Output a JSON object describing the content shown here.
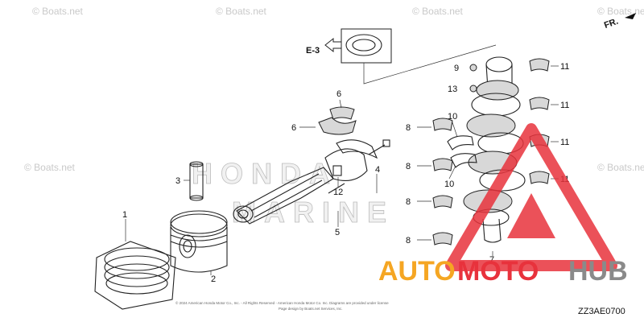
{
  "watermarks": [
    "© Boats.net",
    "© Boats.net",
    "© Boats.net",
    "© Boats.net",
    "© Boats.net",
    "© Boats.net"
  ],
  "ref_label": "E-3",
  "direction_label": "FR.",
  "part_numbers": [
    "1",
    "2",
    "3",
    "4",
    "5",
    "6",
    "6",
    "7",
    "8",
    "8",
    "8",
    "8",
    "9",
    "10",
    "10",
    "11",
    "11",
    "11",
    "11",
    "12",
    "13"
  ],
  "brand_text": [
    "HONDA",
    "MARINE"
  ],
  "logo": {
    "part1": "AUTO",
    "part2": "MOTO",
    "part3": "HUB",
    "color_orange": "#f5a623",
    "color_red": "#e8323c",
    "color_gray": "#8a8a8a"
  },
  "diagram_code": "ZZ3AE0700",
  "copyright_lines": [
    "© 2024 American Honda Motor Co., Inc. - All Rights Reserved - American Honda Motor Co. Inc. Diagrams are provided under license",
    "Page design by Boats.net Services, Inc."
  ]
}
